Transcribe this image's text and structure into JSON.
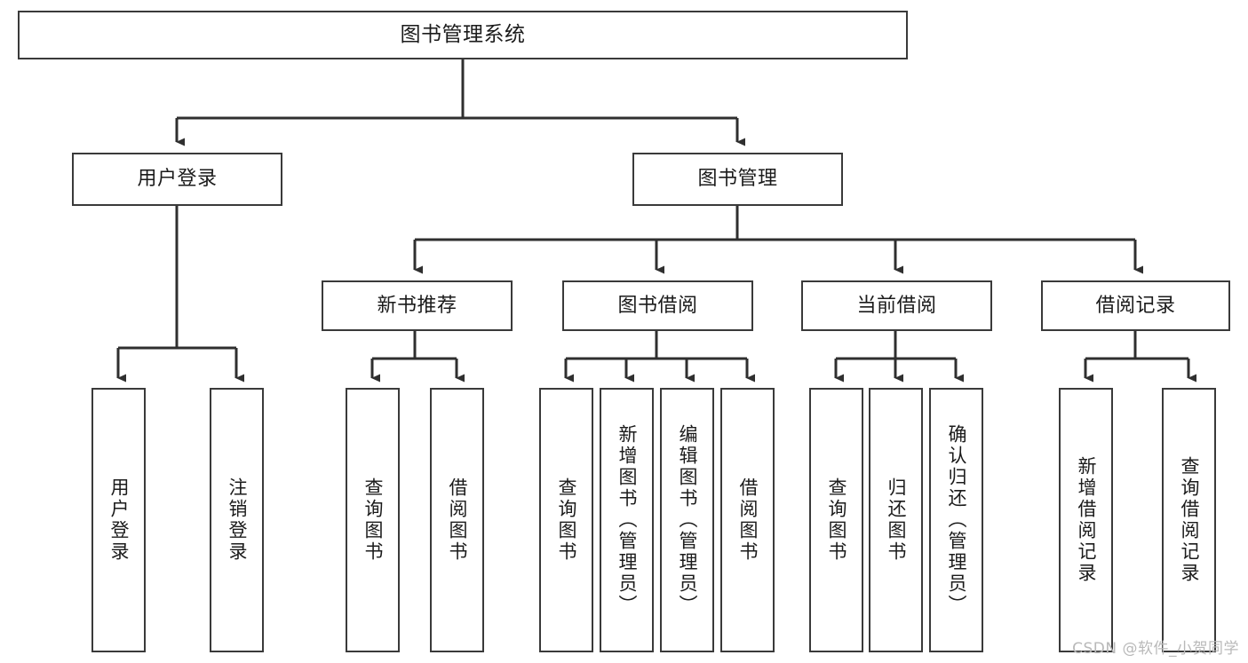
{
  "diagram": {
    "title": "图书管理系统",
    "type": "tree",
    "watermark": "CSDN @软件_小贺同学",
    "colors": {
      "box_border": "#3a3a3a",
      "box_fill": "#ffffff",
      "connector": "#2f2f2f",
      "text": "#1b1b1b",
      "watermark": "#b9b9b9"
    },
    "nodes": {
      "root": {
        "label": "图书管理系统",
        "level": 0
      },
      "level1": [
        {
          "id": "user-login",
          "label": "用户登录"
        },
        {
          "id": "book-manage",
          "label": "图书管理"
        }
      ],
      "level2": [
        {
          "id": "new-book-recommend",
          "label": "新书推荐",
          "parent": "book-manage"
        },
        {
          "id": "book-borrow",
          "label": "图书借阅",
          "parent": "book-manage"
        },
        {
          "id": "current-borrow",
          "label": "当前借阅",
          "parent": "book-manage"
        },
        {
          "id": "borrow-record",
          "label": "借阅记录",
          "parent": "book-manage"
        }
      ],
      "leaves": [
        {
          "id": "leaf-user-login",
          "label": "用户登录",
          "parent": "user-login"
        },
        {
          "id": "leaf-user-logout",
          "label": "注销登录",
          "parent": "user-login"
        },
        {
          "id": "leaf-query-book-1",
          "label": "查询图书",
          "parent": "new-book-recommend"
        },
        {
          "id": "leaf-borrow-book-1",
          "label": "借阅图书",
          "parent": "new-book-recommend"
        },
        {
          "id": "leaf-query-book-2",
          "label": "查询图书",
          "parent": "book-borrow"
        },
        {
          "id": "leaf-add-book",
          "label": "新增图书（管理员）",
          "parent": "book-borrow"
        },
        {
          "id": "leaf-edit-book",
          "label": "编辑图书（管理员）",
          "parent": "book-borrow"
        },
        {
          "id": "leaf-borrow-book-2",
          "label": "借阅图书",
          "parent": "book-borrow"
        },
        {
          "id": "leaf-query-book-3",
          "label": "查询图书",
          "parent": "current-borrow"
        },
        {
          "id": "leaf-return-book",
          "label": "归还图书",
          "parent": "current-borrow"
        },
        {
          "id": "leaf-confirm-return",
          "label": "确认归还（管理员）",
          "parent": "current-borrow"
        },
        {
          "id": "leaf-add-record",
          "label": "新增借阅记录",
          "parent": "borrow-record"
        },
        {
          "id": "leaf-query-record",
          "label": "查询借阅记录",
          "parent": "borrow-record"
        }
      ]
    }
  }
}
